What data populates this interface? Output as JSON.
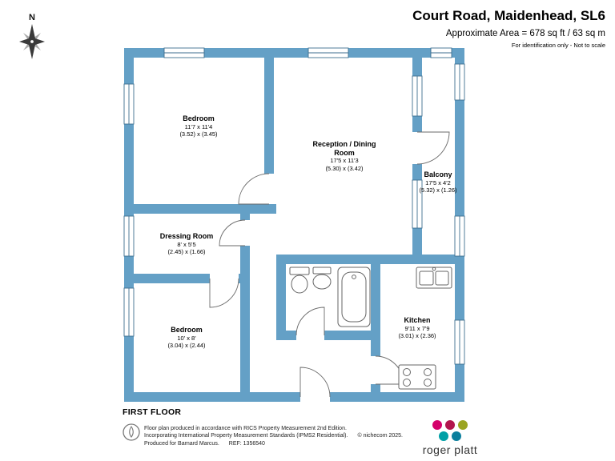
{
  "header": {
    "title": "Court Road, Maidenhead, SL6",
    "area": "Approximate Area = 678 sq ft / 63 sq m",
    "note": "For identification only - Not to scale"
  },
  "compass": {
    "north_label": "N"
  },
  "plan": {
    "floor_label": "FIRST FLOOR",
    "wall_color": "#64a0c6",
    "rooms": [
      {
        "name": "Bedroom",
        "imperial": "11'7 x 11'4",
        "metric": "(3.52) x (3.45)"
      },
      {
        "name": "Reception / Dining Room",
        "imperial": "17'5 x 11'3",
        "metric": "(5.30) x (3.42)"
      },
      {
        "name": "Balcony",
        "imperial": "17'5 x 4'2",
        "metric": "(5.32) x (1.26)"
      },
      {
        "name": "Dressing Room",
        "imperial": "8' x 5'5",
        "metric": "(2.45) x (1.66)"
      },
      {
        "name": "Bedroom",
        "imperial": "10' x 8'",
        "metric": "(3.04) x (2.44)"
      },
      {
        "name": "Kitchen",
        "imperial": "9'11 x 7'9",
        "metric": "(3.01) x (2.36)"
      }
    ]
  },
  "footer": {
    "disclaimer_line1": "Floor plan produced in accordance with RICS Property Measurement 2nd Edition.",
    "disclaimer_line2": "Incorporating International Property Measurement Standards (IPMS2 Residential).",
    "copyright": "© nichecom 2025.",
    "disclaimer_line3": "Produced for Barnard Marcus.",
    "ref": "REF: 1356540",
    "brand": "roger platt",
    "brand_dots": [
      "#d4006a",
      "#b2164e",
      "#9aa421",
      "#00a0a6",
      "#0b7f9d"
    ]
  }
}
